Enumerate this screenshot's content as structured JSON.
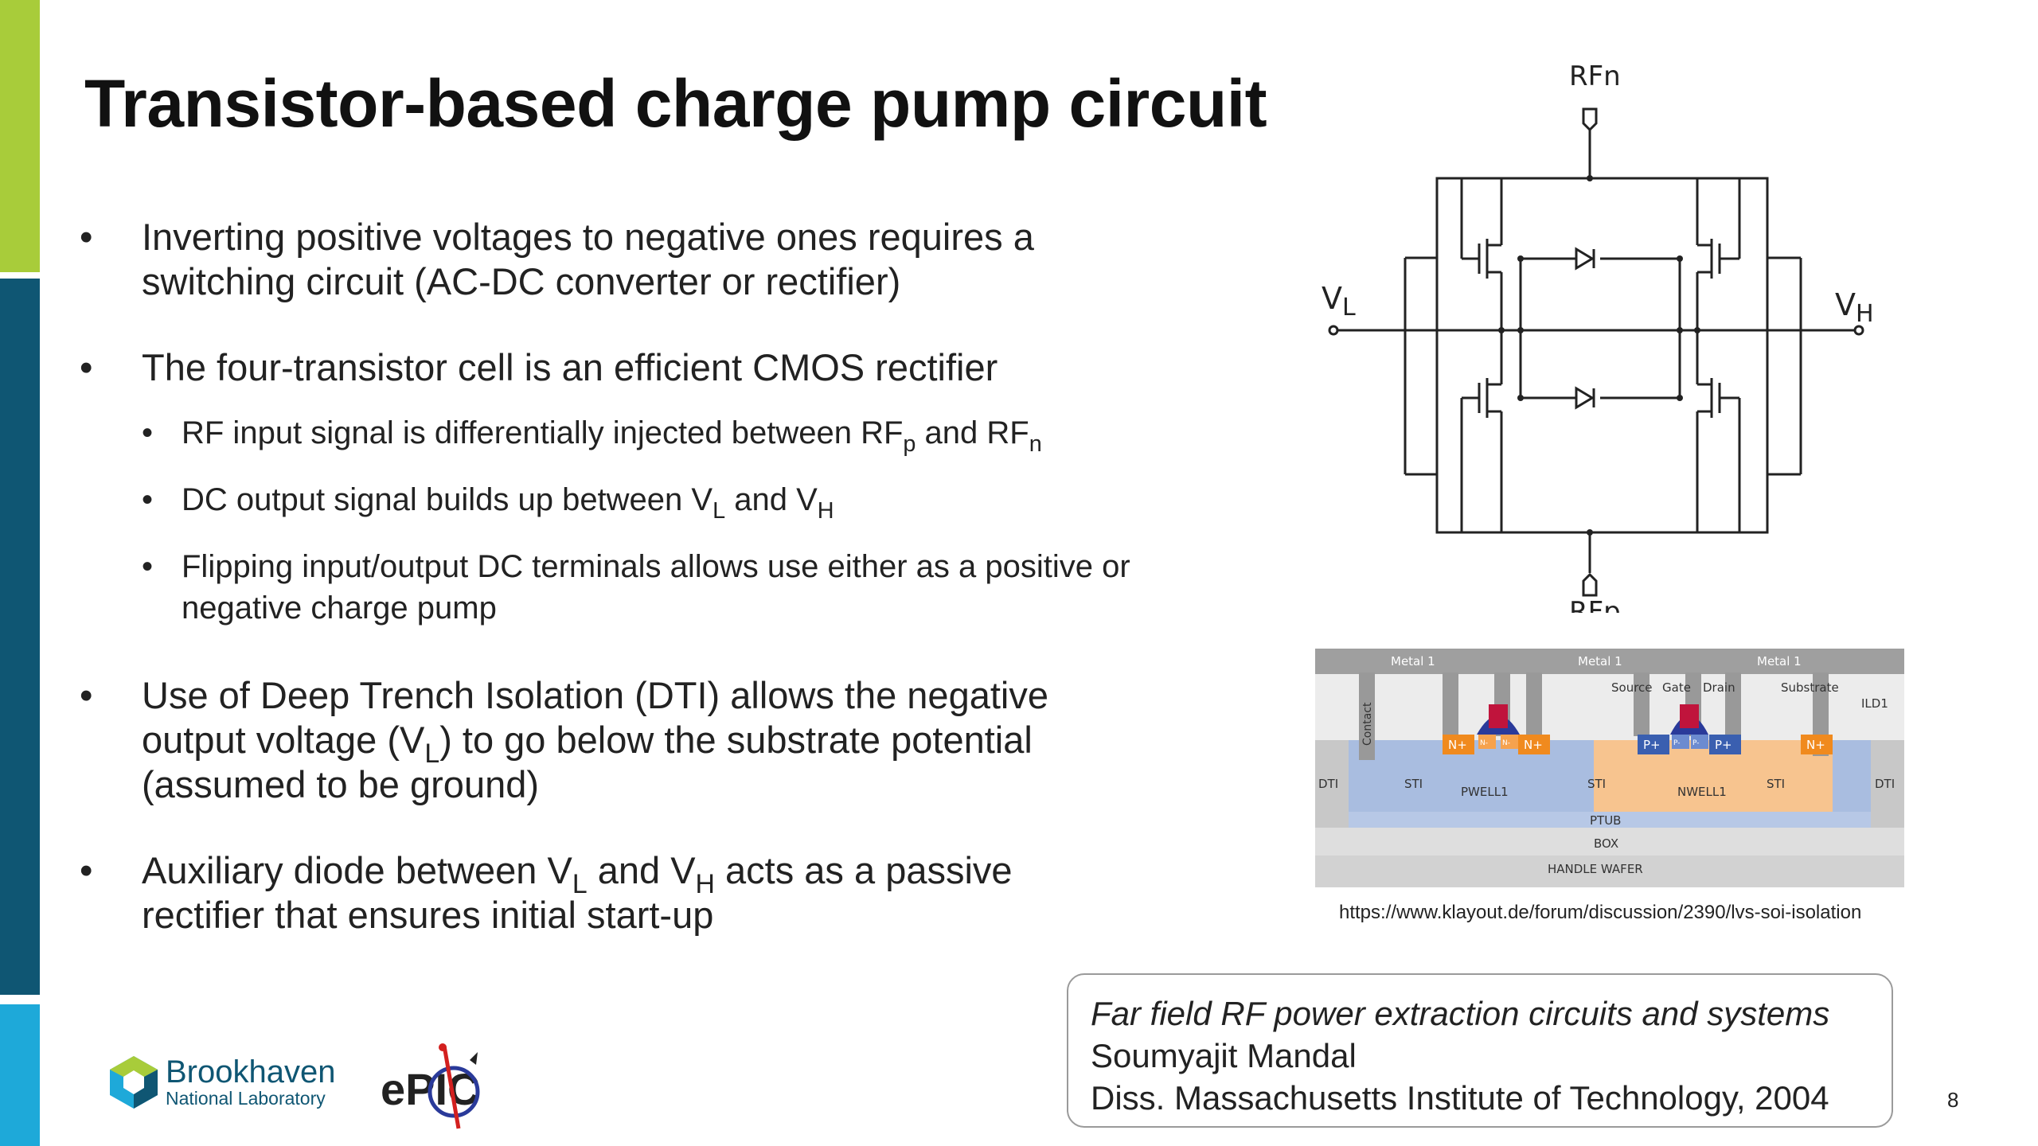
{
  "title": "Transistor-based charge pump circuit",
  "bullets": {
    "b1": {
      "text": "Inverting positive voltages to negative ones requires a switching circuit (AC-DC converter or rectifier)"
    },
    "b2": {
      "text": "The four-transistor cell is an efficient CMOS rectifier"
    },
    "b2a": {
      "pre": "RF input signal is differentially injected between RF",
      "sub1": "p",
      "mid": " and RF",
      "sub2": "n"
    },
    "b2b": {
      "pre": "DC output signal builds up between V",
      "sub1": "L",
      "mid": " and V",
      "sub2": "H"
    },
    "b2c": {
      "text": "Flipping input/output DC terminals allows use either as a positive or negative charge pump"
    },
    "b3": {
      "pre": "Use of Deep Trench Isolation (DTI) allows the negative output voltage (V",
      "sub": "L",
      "post": ") to go below the substrate potential (assumed to be ground)"
    },
    "b4": {
      "pre": "Auxiliary diode between V",
      "sub1": "L",
      "mid": " and V",
      "sub2": "H",
      "post": " acts as a passive rectifier that ensures initial start-up"
    }
  },
  "circuit": {
    "rfn": "RFn",
    "rfp": "RFp",
    "vl_main": "V",
    "vl_sub": "L",
    "vh_main": "V",
    "vh_sub": "H"
  },
  "cross_section": {
    "metal": [
      "Metal 1",
      "Metal 1",
      "Metal 1"
    ],
    "labels": {
      "contact": "Contact",
      "source": "Source",
      "gate": "Gate",
      "drain": "Drain",
      "substrate": "Substrate",
      "ild1": "ILD1",
      "dti": "DTI",
      "sti": "STI",
      "pwell": "PWELL1",
      "nwell": "NWELL1",
      "ptub": "PTUB",
      "box": "BOX",
      "handle": "HANDLE WAFER",
      "nplus": "N+",
      "pplus": "P+",
      "nminus": "N-",
      "pminus": "P-"
    }
  },
  "source_url": "https://www.klayout.de/forum/discussion/2390/lvs-soi-isolation",
  "reference": {
    "title": "Far field RF power extraction circuits and systems",
    "author": "Soumyajit Mandal",
    "venue": "Diss. Massachusetts Institute of Technology, 2004"
  },
  "page_number": "8",
  "logos": {
    "bnl_name": "Brookhaven",
    "bnl_sub": "National Laboratory",
    "epic": "ePIC"
  },
  "colors": {
    "green": "#a8cc3a",
    "navy": "#0f5673",
    "cyan": "#1ea9d9",
    "nplus": "#f08a1e",
    "pwell": "#a9bde0",
    "nwell": "#f7c48f",
    "gate": "#2a3a9a"
  }
}
